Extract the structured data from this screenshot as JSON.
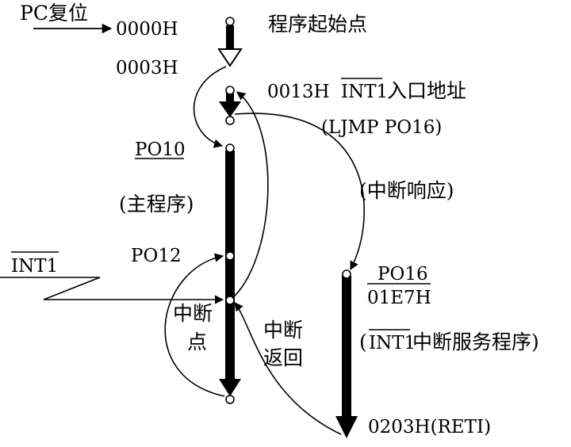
{
  "labels": {
    "pc_reset": "PC复位",
    "addr_0000": "0000H",
    "program_start": "程序起始点",
    "addr_0003": "0003H",
    "addr_0013": "0013H",
    "int1_name": "INT1",
    "entry_address": "入口地址",
    "ljmp": "(LJMP PO16)",
    "po10": "PO10",
    "main_program": "(主程序)",
    "interrupt_response": "(中断响应)",
    "int1_signal": "INT1",
    "po12": "PO12",
    "po16": "PO16",
    "addr_01e7": "01E7H",
    "breakpoint_line1": "中断",
    "breakpoint_line2": "点",
    "return_line1": "中断",
    "return_line2": "返回",
    "service_open": "(",
    "service_int1": "INT1",
    "service_rest": "中断服务程序)",
    "reti": "0203H(RETI)"
  }
}
